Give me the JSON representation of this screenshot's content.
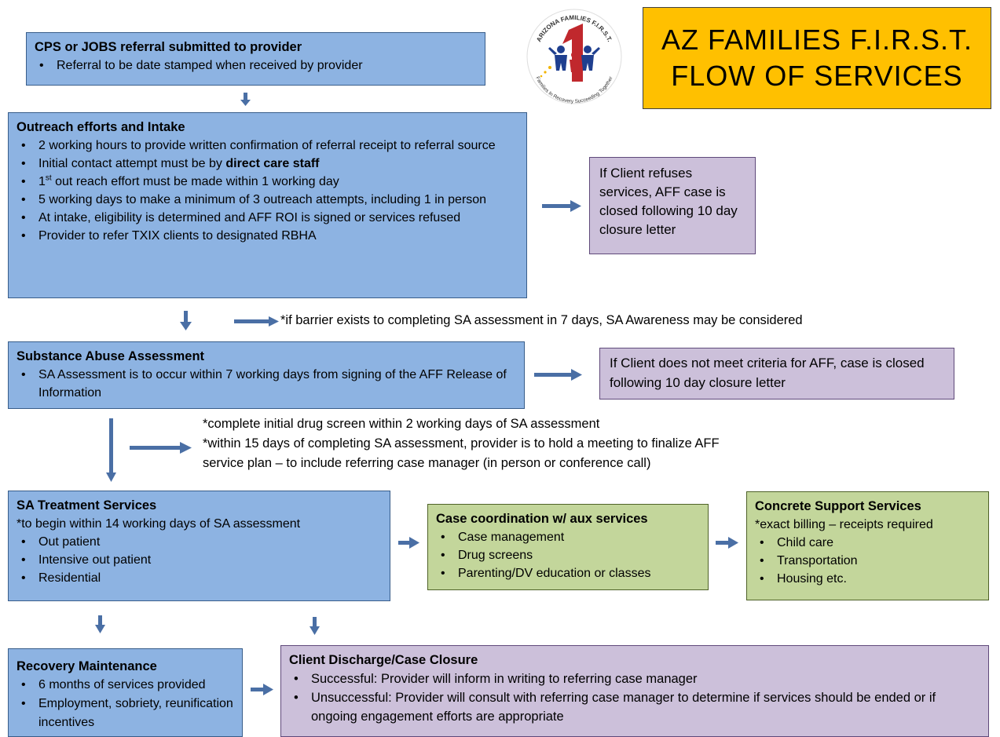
{
  "title": {
    "line1": "AZ FAMILIES F.I.R.S.T.",
    "line2": "FLOW OF SERVICES"
  },
  "logo": {
    "top_text": "ARIZONA FAMILIES F.I.R.S.T.",
    "bottom_text": "Families In Recovery Succeeding Together"
  },
  "referral": {
    "heading": "CPS or JOBS referral submitted to provider",
    "items": [
      "Referral to be date stamped when received by provider"
    ]
  },
  "outreach": {
    "heading": "Outreach efforts and Intake",
    "item1": "2 working hours to provide written confirmation of referral receipt to referral source",
    "item2_prefix": "Initial contact attempt must be by ",
    "item2_bold": "direct care staff",
    "item3_num": "1",
    "item3_sup": "st",
    "item3_rest": " out reach effort must be made within 1 working day",
    "item4": "5 working days to make a minimum of 3 outreach attempts, including 1 in person",
    "item5": "At intake, eligibility is determined and AFF ROI is signed or services refused",
    "item6": "Provider to refer TXIX clients to designated RBHA"
  },
  "refuses": {
    "text": "If Client refuses services, AFF case is closed following 10 day closure letter"
  },
  "barrier_note": "*if barrier exists to completing SA assessment in 7 days, SA Awareness may be considered",
  "sa_assessment": {
    "heading": "Substance Abuse Assessment",
    "items": [
      "SA Assessment is to occur within 7 working days from signing of the AFF Release of Information"
    ]
  },
  "criteria": {
    "text": "If Client does not meet criteria for AFF, case is closed following 10 day closure letter"
  },
  "screen_notes": {
    "line1": "*complete initial drug screen within 2 working days of SA assessment",
    "line2": "*within 15 days of completing SA assessment, provider is to hold a meeting to finalize AFF",
    "line3": "service plan – to include referring case manager (in person or conference call)"
  },
  "treatment": {
    "heading": "SA Treatment Services",
    "subtitle": "*to begin within 14 working days of SA assessment",
    "items": [
      "Out patient",
      "Intensive out patient",
      "Residential"
    ]
  },
  "coordination": {
    "heading": "Case coordination w/ aux services",
    "items": [
      "Case management",
      "Drug screens",
      "Parenting/DV education or classes"
    ]
  },
  "concrete": {
    "heading": "Concrete Support Services",
    "subtitle": "*exact billing – receipts required",
    "items": [
      "Child care",
      "Transportation",
      "Housing etc."
    ]
  },
  "maintenance": {
    "heading": "Recovery Maintenance",
    "items": [
      "6 months of services provided",
      "Employment, sobriety, reunification incentives"
    ]
  },
  "discharge": {
    "heading": "Client Discharge/Case Closure",
    "items": [
      "Successful: Provider will inform in writing to referring case manager",
      "Unsuccessful: Provider will consult with referring case manager to determine if services should be ended or if ongoing engagement efforts are appropriate"
    ]
  },
  "colors": {
    "blue_box": "#8db3e2",
    "purple_box": "#ccc0da",
    "green_box": "#c3d69b",
    "title_box": "#ffc000",
    "arrow": "#4a6fa5"
  }
}
